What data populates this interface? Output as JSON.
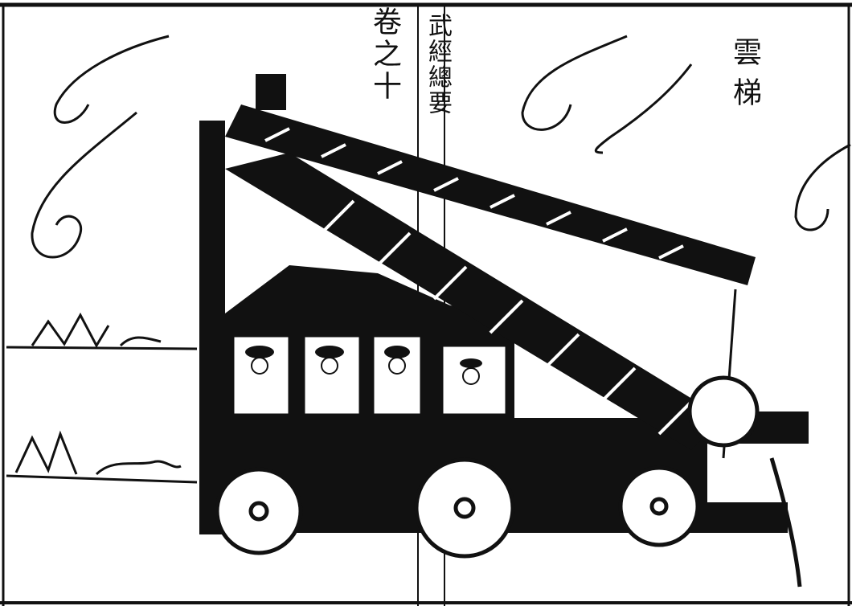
{
  "page": {
    "volume_label": "卷之十",
    "book_title": "武經總要",
    "illustration_title": "雲梯"
  },
  "colors": {
    "ink": "#111111",
    "paper": "#ffffff"
  }
}
